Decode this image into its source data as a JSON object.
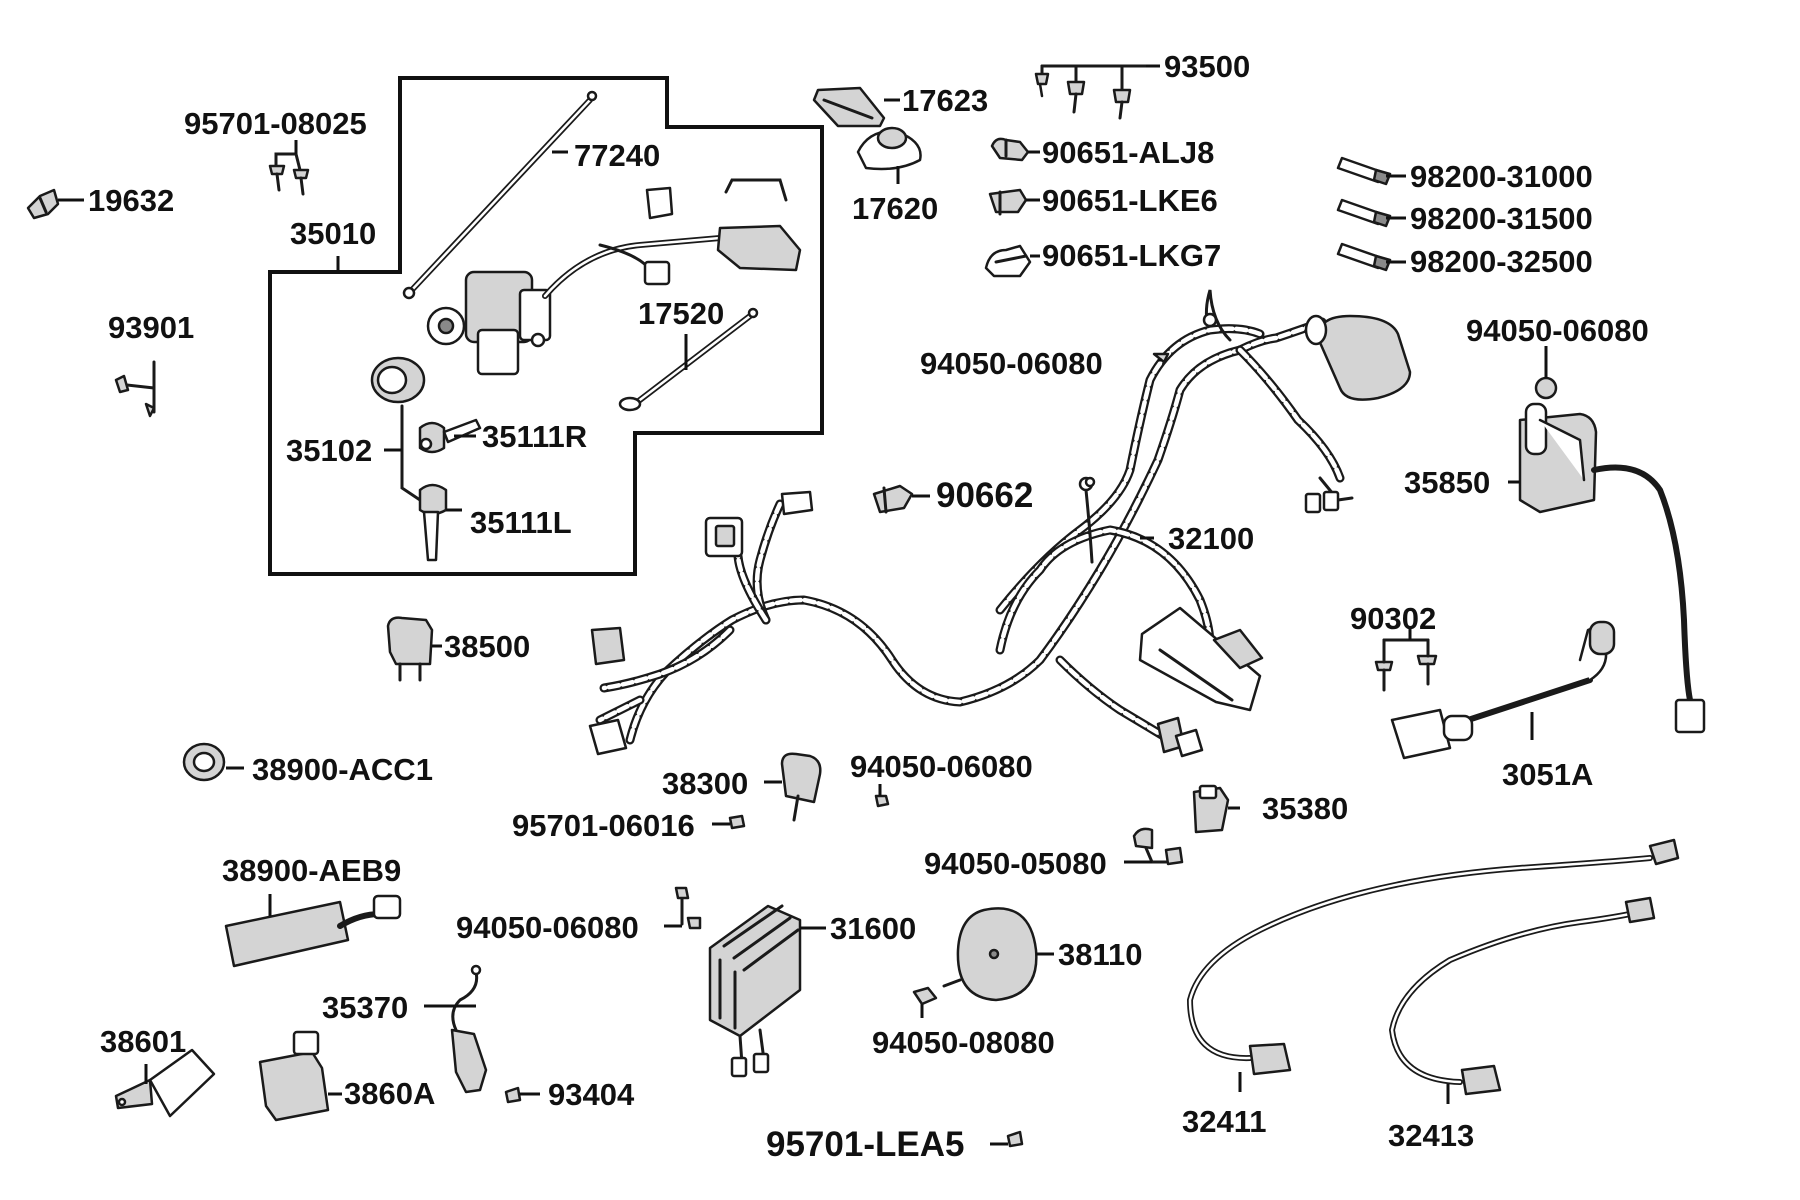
{
  "parts": {
    "p93500": "93500",
    "p17623": "17623",
    "p17620": "17620",
    "p95701_08025": "95701-08025",
    "p77240": "77240",
    "p19632": "19632",
    "p35010": "35010",
    "p90651_alj8": "90651-ALJ8",
    "p90651_lke6": "90651-LKE6",
    "p90651_lkg7": "90651-LKG7",
    "p98200_31000": "98200-31000",
    "p98200_31500": "98200-31500",
    "p98200_32500": "98200-32500",
    "p17520": "17520",
    "p93901": "93901",
    "p94050_06080_a": "94050-06080",
    "p94050_06080_b": "94050-06080",
    "p35102": "35102",
    "p35111r": "35111R",
    "p35850": "35850",
    "p90662": "90662",
    "p35111l": "35111L",
    "p32100": "32100",
    "p90302": "90302",
    "p38500": "38500",
    "p38900_acc1": "38900-ACC1",
    "p3051a": "3051A",
    "p38300": "38300",
    "p94050_06080_c": "94050-06080",
    "p35380": "35380",
    "p95701_06016": "95701-06016",
    "p94050_05080": "94050-05080",
    "p38900_aeb9": "38900-AEB9",
    "p94050_06080_d": "94050-06080",
    "p31600": "31600",
    "p38110": "38110",
    "p35370": "35370",
    "p94050_08080": "94050-08080",
    "p38601": "38601",
    "p3860a": "3860A",
    "p93404": "93404",
    "p32411": "32411",
    "p32413": "32413",
    "p95701_lea5": "95701-LEA5"
  }
}
